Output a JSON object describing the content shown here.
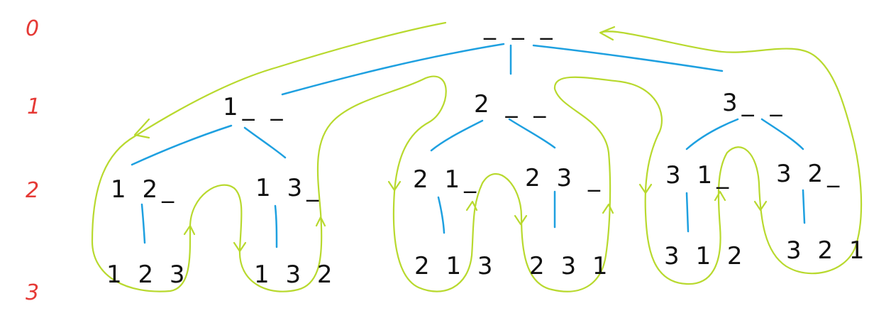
{
  "level_labels": [
    "0",
    "1",
    "2",
    "3"
  ],
  "nodes": {
    "root": "_ _ _",
    "n1": "1_ _",
    "n2": "2 _ _",
    "n3": "3_ _",
    "n12": "1 2_",
    "n13": "1 3_",
    "n21": "2 1_",
    "n23": "2 3 _",
    "n31": "3 1_",
    "n32": "3 2_",
    "n123": "1 2 3",
    "n132": "1 3 2",
    "n213": "2 1 3",
    "n231": "2 3 1",
    "n312": "3 1 2",
    "n321": "3 2 1"
  },
  "colors": {
    "level": "#e53935",
    "edge": "#1ea0e0",
    "traversal": "#b8d92e",
    "text": "#111111"
  }
}
